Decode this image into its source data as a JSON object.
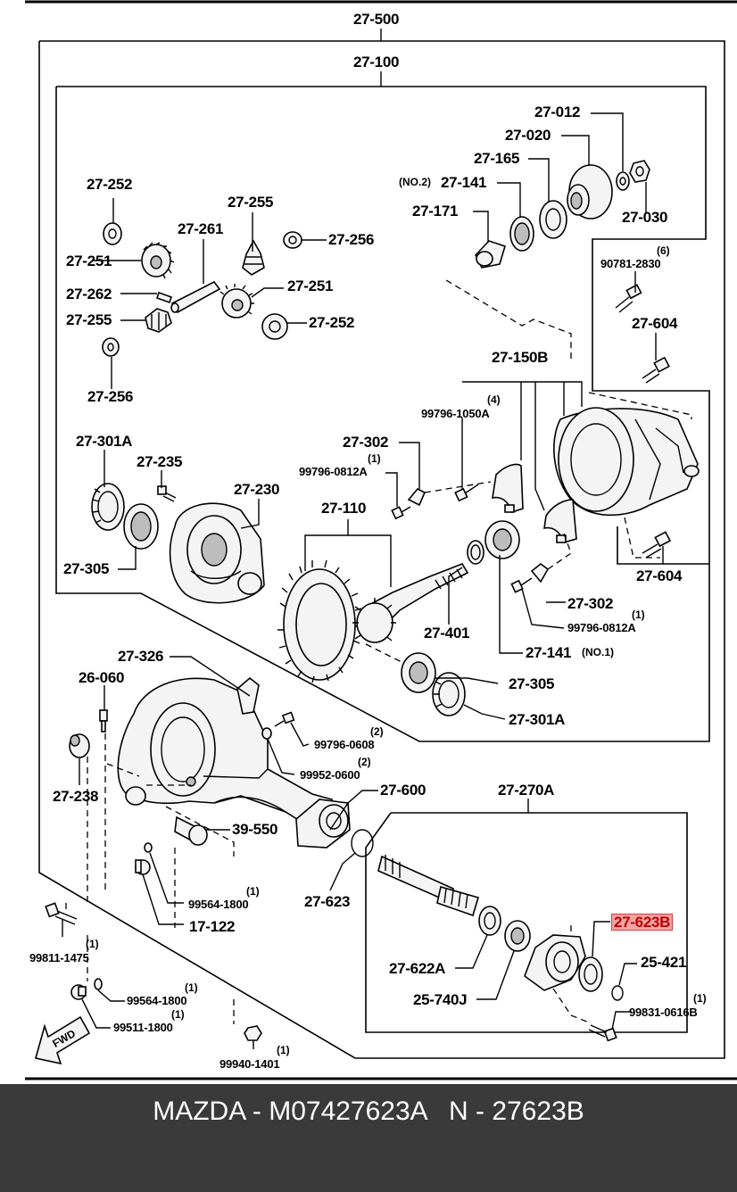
{
  "labels": [
    {
      "id": "l1",
      "text": "27-500"
    },
    {
      "id": "l2",
      "text": "27-100"
    },
    {
      "id": "l3",
      "text": "27-012"
    },
    {
      "id": "l4",
      "text": "27-020"
    },
    {
      "id": "l5",
      "text": "27-165"
    },
    {
      "id": "l6",
      "text": "(NO.2)"
    },
    {
      "id": "l7",
      "text": "27-141"
    },
    {
      "id": "l8",
      "text": "27-171"
    },
    {
      "id": "l9",
      "text": "27-030"
    },
    {
      "id": "l10",
      "text": "27-252"
    },
    {
      "id": "l11",
      "text": "27-255"
    },
    {
      "id": "l12",
      "text": "27-261"
    },
    {
      "id": "l13",
      "text": "27-256"
    },
    {
      "id": "l14",
      "text": "27-251"
    },
    {
      "id": "l15",
      "text": "27-262"
    },
    {
      "id": "l16",
      "text": "27-251"
    },
    {
      "id": "l17",
      "text": "27-255"
    },
    {
      "id": "l18",
      "text": "27-252"
    },
    {
      "id": "l19",
      "text": "27-256"
    },
    {
      "id": "l20",
      "text": "(6)"
    },
    {
      "id": "l21",
      "text": "90781-2830"
    },
    {
      "id": "l22",
      "text": "27-604"
    },
    {
      "id": "l23",
      "text": "27-150B"
    },
    {
      "id": "l24",
      "text": "(4)"
    },
    {
      "id": "l25",
      "text": "99796-1050A"
    },
    {
      "id": "l26",
      "text": "27-301A"
    },
    {
      "id": "l27",
      "text": "27-302"
    },
    {
      "id": "l28",
      "text": "(1)"
    },
    {
      "id": "l29",
      "text": "99796-0812A"
    },
    {
      "id": "l30",
      "text": "27-235"
    },
    {
      "id": "l31",
      "text": "27-230"
    },
    {
      "id": "l32",
      "text": "27-110"
    },
    {
      "id": "l33",
      "text": "27-305"
    },
    {
      "id": "l34",
      "text": "27-604"
    },
    {
      "id": "l35",
      "text": "27-302"
    },
    {
      "id": "l36",
      "text": "(1)"
    },
    {
      "id": "l37",
      "text": "99796-0812A"
    },
    {
      "id": "l38",
      "text": "27-401"
    },
    {
      "id": "l39",
      "text": "27-141"
    },
    {
      "id": "l40",
      "text": "(NO.1)"
    },
    {
      "id": "l41",
      "text": "27-326"
    },
    {
      "id": "l42",
      "text": "26-060"
    },
    {
      "id": "l43",
      "text": "27-305"
    },
    {
      "id": "l44",
      "text": "27-301A"
    },
    {
      "id": "l45",
      "text": "(2)"
    },
    {
      "id": "l46",
      "text": "99796-0608"
    },
    {
      "id": "l47",
      "text": "(2)"
    },
    {
      "id": "l48",
      "text": "99952-0600"
    },
    {
      "id": "l49",
      "text": "27-238"
    },
    {
      "id": "l50",
      "text": "27-600"
    },
    {
      "id": "l51",
      "text": "27-270A"
    },
    {
      "id": "l52",
      "text": "39-550"
    },
    {
      "id": "l53",
      "text": "(1)"
    },
    {
      "id": "l54",
      "text": "99564-1800"
    },
    {
      "id": "l55",
      "text": "27-623"
    },
    {
      "id": "l56",
      "text": "17-122"
    },
    {
      "id": "l57",
      "text": "27-623B"
    },
    {
      "id": "l58",
      "text": "(1)"
    },
    {
      "id": "l59",
      "text": "99811-1475"
    },
    {
      "id": "l60",
      "text": "27-622A"
    },
    {
      "id": "l61",
      "text": "25-421"
    },
    {
      "id": "l62",
      "text": "(1)"
    },
    {
      "id": "l63",
      "text": "99564-1800"
    },
    {
      "id": "l64",
      "text": "(1)"
    },
    {
      "id": "l65",
      "text": "99511-1800"
    },
    {
      "id": "l66",
      "text": "25-740J"
    },
    {
      "id": "l67",
      "text": "(1)"
    },
    {
      "id": "l68",
      "text": "99831-0616B"
    },
    {
      "id": "l69",
      "text": "(1)"
    },
    {
      "id": "l70",
      "text": "99940-1401"
    },
    {
      "id": "l71",
      "text": "FWD"
    }
  ],
  "highlighted_part": "27-623B",
  "highlight_color": "#f3a3a3",
  "footer": {
    "text": "MAZDA - M07427623A   N - 27623B",
    "background": "#3a3a3a",
    "color": "#ffffff"
  }
}
